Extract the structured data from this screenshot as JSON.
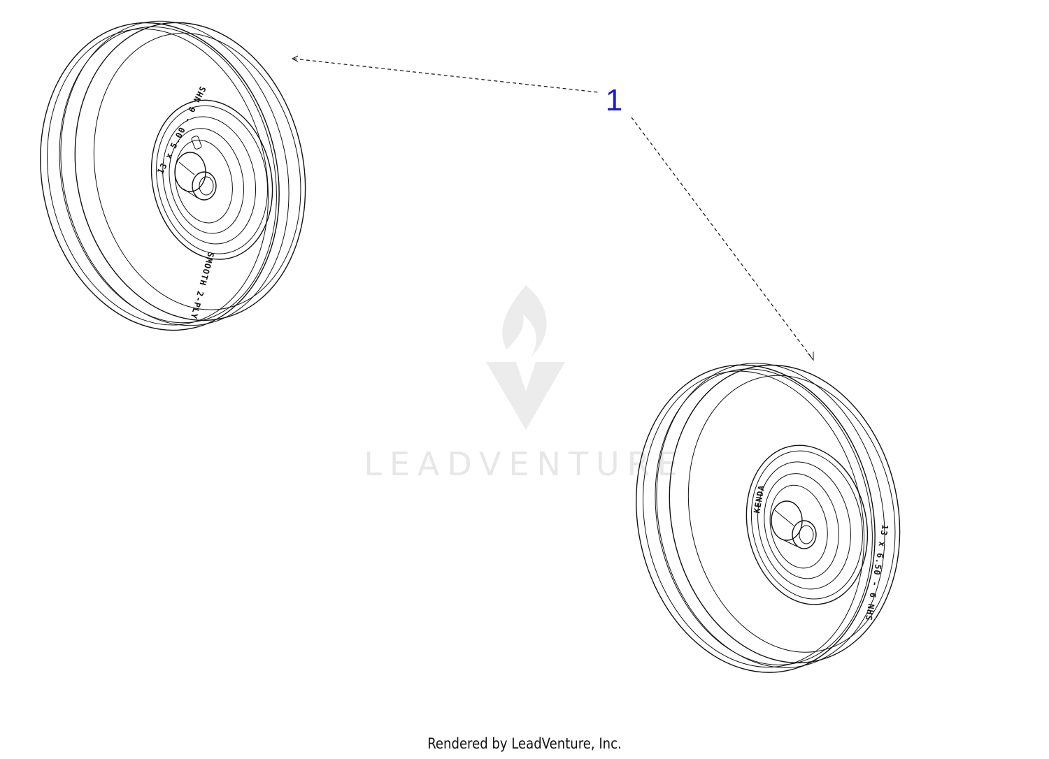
{
  "diagram": {
    "callout_label": "1",
    "tire_left": {
      "size_text": "13 x 5.00 - 6 NHS",
      "ply_text": "SMOOTH 2-PLY"
    },
    "tire_right": {
      "size_text": "13 x 6.50 - 6 NHS",
      "brand_text": "KENDA"
    },
    "watermark": "LEADVENTURE"
  },
  "footer": {
    "credit": "Rendered by LeadVenture, Inc."
  }
}
